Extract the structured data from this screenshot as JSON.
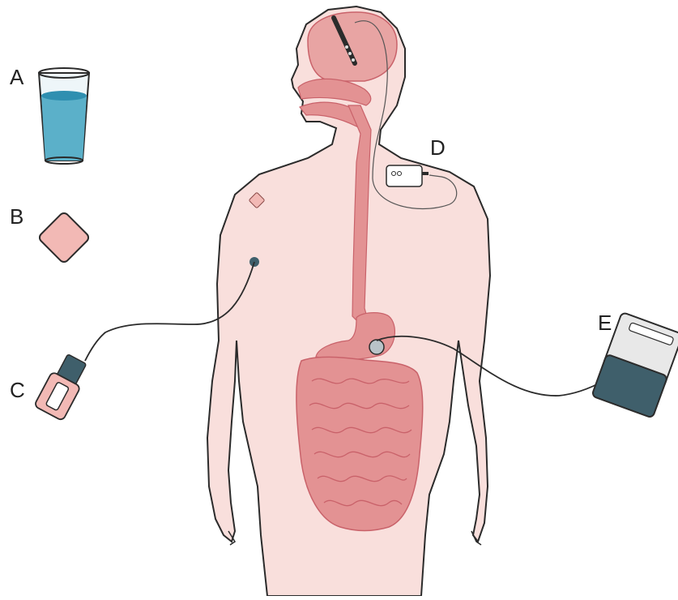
{
  "labels": {
    "a": "A",
    "b": "B",
    "c": "C",
    "d": "D",
    "e": "E"
  },
  "colors": {
    "skin": "#f9dfdc",
    "outline": "#2b2b2b",
    "organ": "#e39293",
    "organ_dark": "#c9626a",
    "water": "#5bb0c9",
    "patch": "#f2b9b5",
    "device_dark": "#3f5f6b",
    "device_light": "#e8e8e8"
  }
}
